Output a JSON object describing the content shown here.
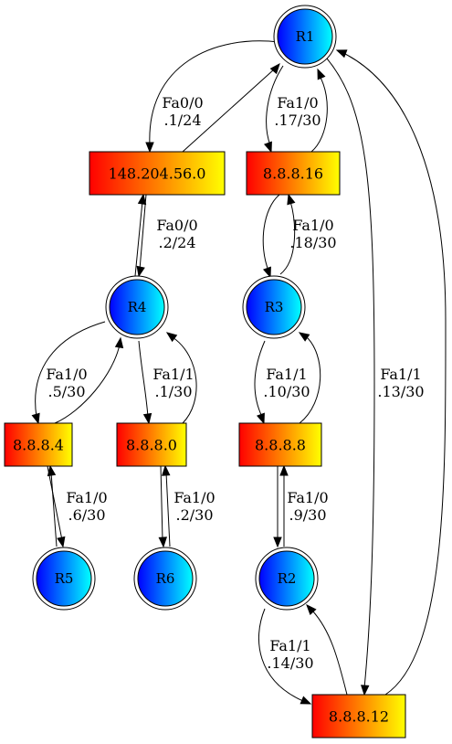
{
  "colors": {
    "router_gradient_start": "#0000ff",
    "router_gradient_end": "#00ffff",
    "subnet_gradient_start": "#ff0000",
    "subnet_gradient_end": "#ffff00",
    "line": "#000000"
  },
  "routers": [
    {
      "id": "R1",
      "label": "R1"
    },
    {
      "id": "R2",
      "label": "R2"
    },
    {
      "id": "R3",
      "label": "R3"
    },
    {
      "id": "R4",
      "label": "R4"
    },
    {
      "id": "R5",
      "label": "R5"
    },
    {
      "id": "R6",
      "label": "R6"
    }
  ],
  "subnets": [
    {
      "id": "n148",
      "label": "148.204.56.0"
    },
    {
      "id": "n16",
      "label": "8.8.8.16"
    },
    {
      "id": "n4",
      "label": "8.8.8.4"
    },
    {
      "id": "n0",
      "label": "8.8.8.0"
    },
    {
      "id": "n8",
      "label": "8.8.8.8"
    },
    {
      "id": "n12",
      "label": "8.8.8.12"
    }
  ],
  "edge_labels": [
    {
      "id": "r1-148",
      "lines": [
        "Fa0/0",
        ".1/24"
      ]
    },
    {
      "id": "r1-16",
      "lines": [
        "Fa1/0",
        ".17/30"
      ]
    },
    {
      "id": "r4-148",
      "lines": [
        "Fa0/0",
        ".2/24"
      ]
    },
    {
      "id": "r3-16",
      "lines": [
        "Fa1/0",
        ".18/30"
      ]
    },
    {
      "id": "r4-4",
      "lines": [
        "Fa1/0",
        ".5/30"
      ]
    },
    {
      "id": "r4-0",
      "lines": [
        "Fa1/1",
        ".1/30"
      ]
    },
    {
      "id": "r3-8",
      "lines": [
        "Fa1/1",
        ".10/30"
      ]
    },
    {
      "id": "r1-12",
      "lines": [
        "Fa1/1",
        ".13/30"
      ]
    },
    {
      "id": "r5-4",
      "lines": [
        "Fa1/0",
        ".6/30"
      ]
    },
    {
      "id": "r6-0",
      "lines": [
        "Fa1/0",
        ".2/30"
      ]
    },
    {
      "id": "r2-8",
      "lines": [
        "Fa1/0",
        ".9/30"
      ]
    },
    {
      "id": "r2-12",
      "lines": [
        "Fa1/1",
        ".14/30"
      ]
    }
  ]
}
